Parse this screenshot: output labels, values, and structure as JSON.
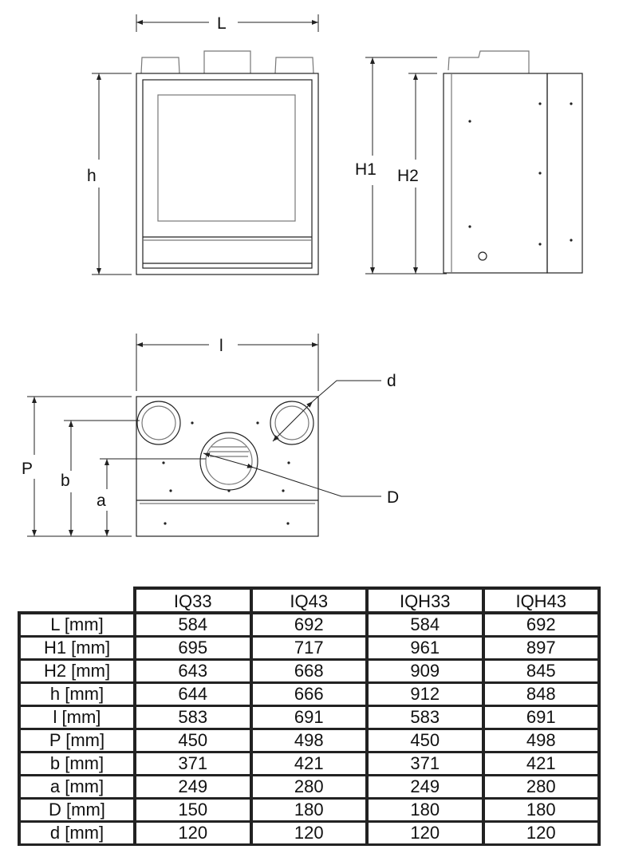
{
  "drawing": {
    "labels": {
      "L": "L",
      "h": "h",
      "H1": "H1",
      "H2": "H2",
      "l": "l",
      "d": "d",
      "D": "D",
      "P": "P",
      "b": "b",
      "a": "a"
    }
  },
  "table": {
    "columns": [
      "IQ33",
      "IQ43",
      "IQH33",
      "IQH43"
    ],
    "rows": [
      {
        "label": "L [mm]",
        "values": [
          "584",
          "692",
          "584",
          "692"
        ]
      },
      {
        "label": "H1 [mm]",
        "values": [
          "695",
          "717",
          "961",
          "897"
        ]
      },
      {
        "label": "H2 [mm]",
        "values": [
          "643",
          "668",
          "909",
          "845"
        ]
      },
      {
        "label": "h [mm]",
        "values": [
          "644",
          "666",
          "912",
          "848"
        ]
      },
      {
        "label": "l [mm]",
        "values": [
          "583",
          "691",
          "583",
          "691"
        ]
      },
      {
        "label": "P [mm]",
        "values": [
          "450",
          "498",
          "450",
          "498"
        ]
      },
      {
        "label": "b [mm]",
        "values": [
          "371",
          "421",
          "371",
          "421"
        ]
      },
      {
        "label": "a [mm]",
        "values": [
          "249",
          "280",
          "249",
          "280"
        ]
      },
      {
        "label": "D [mm]",
        "values": [
          "150",
          "180",
          "180",
          "180"
        ]
      },
      {
        "label": "d [mm]",
        "values": [
          "120",
          "120",
          "120",
          "120"
        ]
      }
    ]
  }
}
